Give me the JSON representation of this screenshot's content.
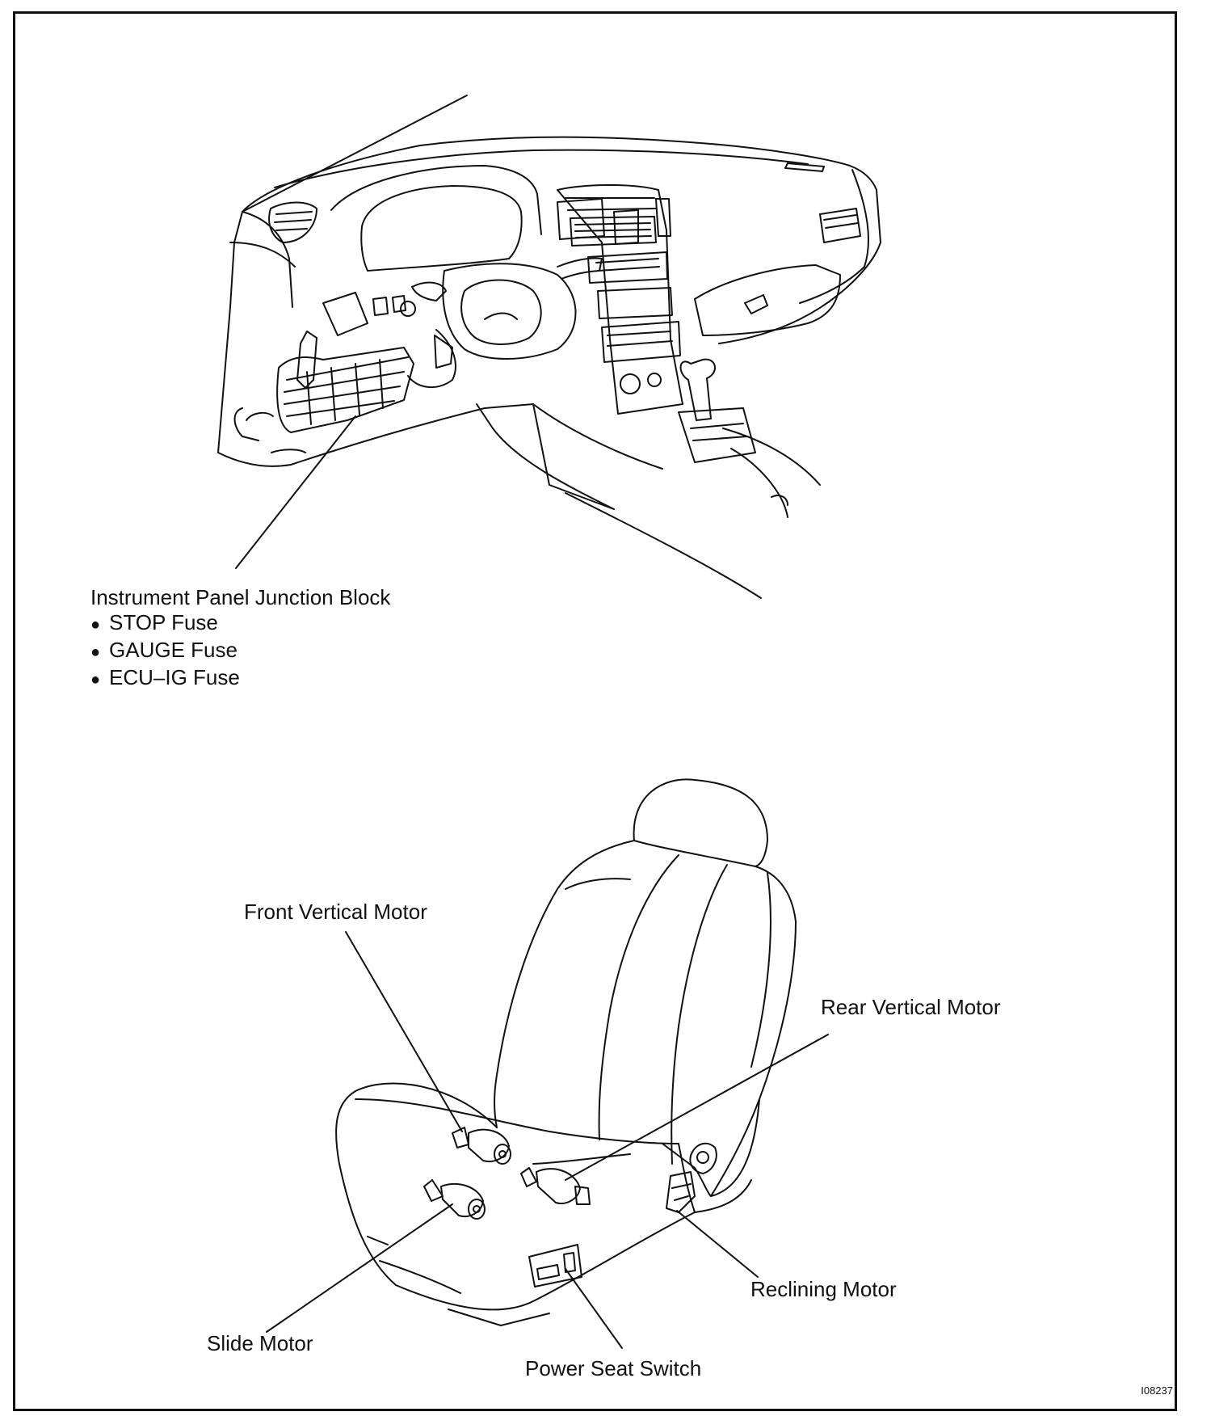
{
  "labels": {
    "junction_block": "Instrument Panel Junction Block",
    "fuses": [
      "STOP Fuse",
      "GAUGE Fuse",
      "ECU–IG Fuse"
    ],
    "front_vertical_motor": "Front Vertical Motor",
    "rear_vertical_motor": "Rear Vertical Motor",
    "reclining_motor": "Reclining Motor",
    "slide_motor": "Slide Motor",
    "power_seat_switch": "Power Seat Switch"
  },
  "figure_code": "I08237",
  "colors": {
    "line": "#111111",
    "background": "#ffffff"
  }
}
